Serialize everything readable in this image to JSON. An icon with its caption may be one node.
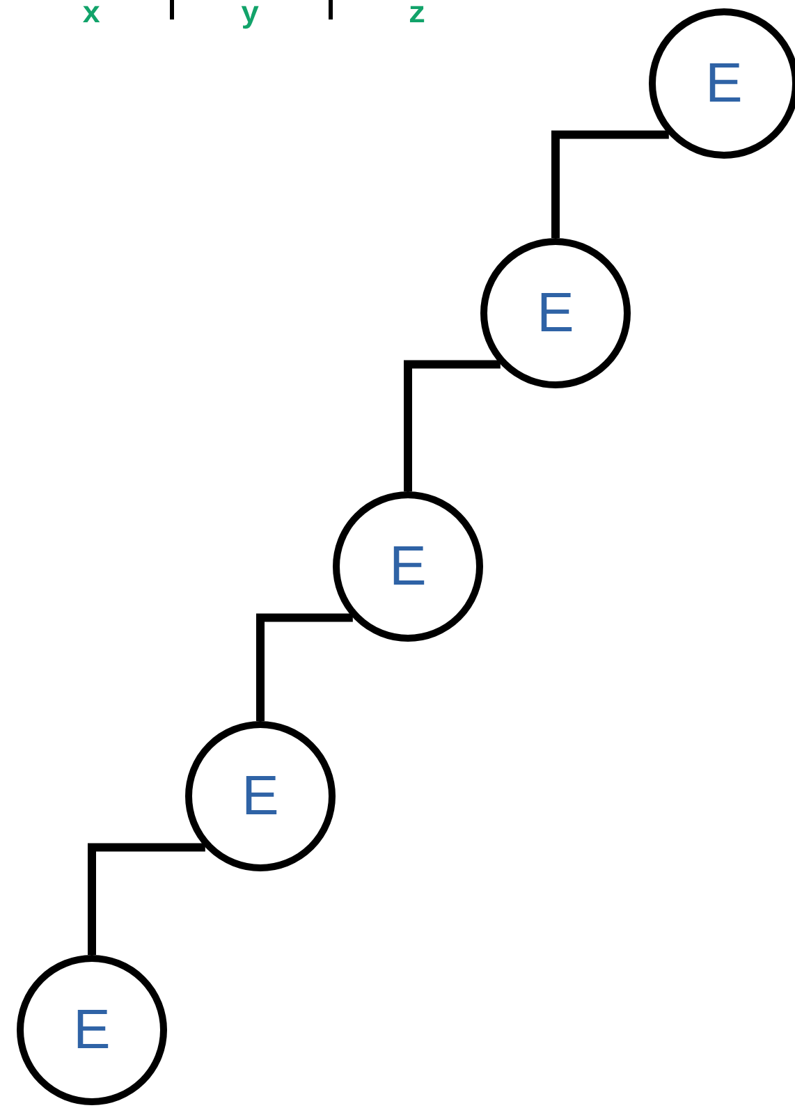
{
  "diagram": {
    "nodes": [
      {
        "text": [
          "E"
        ]
      },
      {
        "text": [
          "E"
        ]
      },
      {
        "text": [
          "E"
        ]
      },
      {
        "text": [
          "E"
        ]
      },
      {
        "text": [
          "E"
        ]
      }
    ],
    "edges": [
      {
        "from": 0,
        "to": 1,
        "arrow": "none"
      },
      {
        "from": 1,
        "to": 2,
        "arrow": "none"
      },
      {
        "from": 2,
        "to": 3,
        "arrow": "none"
      },
      {
        "from": 3,
        "to": 4,
        "arrow": "none"
      }
    ],
    "labels": [
      "x",
      "y",
      "z"
    ]
  }
}
